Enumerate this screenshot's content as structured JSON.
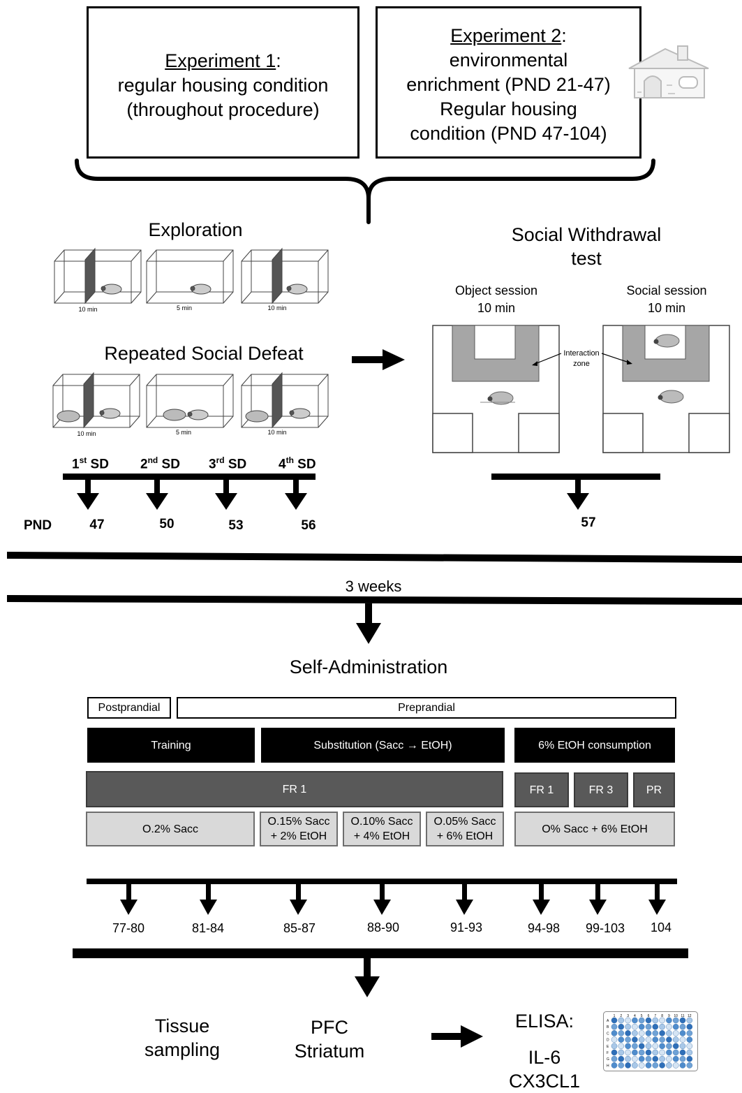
{
  "experiments": {
    "exp1": {
      "title": "Experiment 1",
      "lines": [
        "regular housing condition",
        "(throughout procedure)"
      ]
    },
    "exp2": {
      "title": "Experiment 2",
      "lines": [
        "environmental",
        "enrichment  (PND 21-47)",
        "Regular housing",
        "condition (PND 47-104)"
      ]
    }
  },
  "exploration": {
    "title": "Exploration",
    "durations": [
      "10 min",
      "5 min",
      "10 min"
    ]
  },
  "defeat": {
    "title": "Repeated Social Defeat",
    "durations": [
      "10 min",
      "5 min",
      "10 min"
    ]
  },
  "sd_labels": [
    {
      "num": "1",
      "sup": "st",
      "rest": " SD"
    },
    {
      "num": "2",
      "sup": "nd",
      "rest": " SD"
    },
    {
      "num": "3",
      "sup": "rd",
      "rest": " SD"
    },
    {
      "num": "4",
      "sup": "th",
      "rest": " SD"
    }
  ],
  "pnd_label": "PND",
  "pnd_days": [
    "47",
    "50",
    "53",
    "56"
  ],
  "withdrawal": {
    "title_line1": "Social Withdrawal",
    "title_line2": "test",
    "object_session": "Object session",
    "social_session": "Social session",
    "duration": "10 min",
    "interaction_zone": [
      "Interaction",
      "zone"
    ],
    "day": "57"
  },
  "gap_label": "3 weeks",
  "self_admin": {
    "title": "Self-Administration",
    "postprandial": "Postprandial",
    "preprandial": "Preprandial",
    "phases": [
      "Training",
      "Substitution (Sacc → EtOH)",
      "6% EtOH consumption"
    ],
    "schedules": [
      "FR 1",
      "FR 1",
      "FR 3",
      "PR"
    ],
    "solutions": [
      "O.2% Sacc",
      "O.15% Sacc\n+ 2% EtOH",
      "O.10% Sacc\n+ 4% EtOH",
      "O.05% Sacc\n+ 6% EtOH",
      "O% Sacc + 6% EtOH"
    ],
    "day_ranges": [
      "77-80",
      "81-84",
      "85-87",
      "88-90",
      "91-93",
      "94-98",
      "99-103",
      "104"
    ]
  },
  "outcome": {
    "tissue": [
      "Tissue",
      "sampling"
    ],
    "regions": [
      "PFC",
      "Striatum"
    ],
    "elisa": "ELISA:",
    "markers": [
      "IL-6",
      "CX3CL1"
    ],
    "plate_cols": [
      "1",
      "2",
      "3",
      "4",
      "5",
      "6",
      "7",
      "8",
      "9",
      "10",
      "11",
      "12"
    ],
    "plate_rows": [
      "A",
      "B",
      "C",
      "D",
      "E",
      "F",
      "G",
      "H"
    ]
  }
}
